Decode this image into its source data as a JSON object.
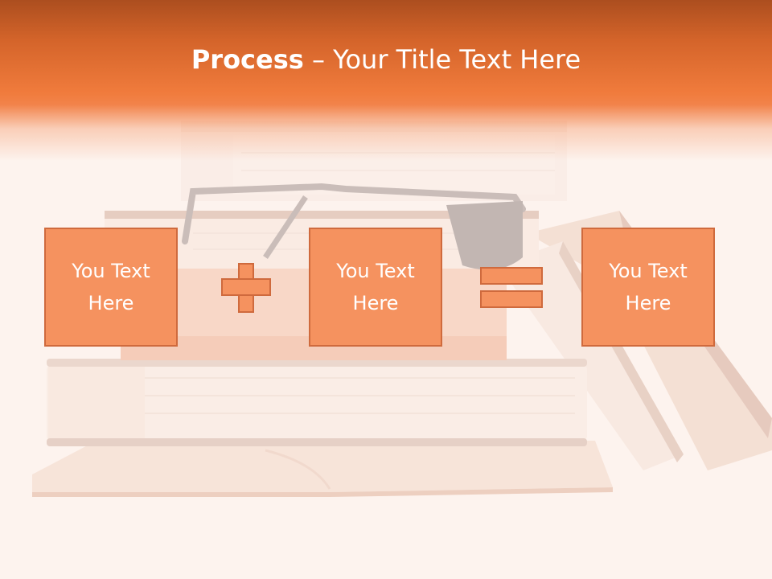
{
  "slide": {
    "title_bold": "Process",
    "title_rest": " – Your Title Text Here"
  },
  "boxes": [
    {
      "text": "You Text Here"
    },
    {
      "text": "You Text Here"
    },
    {
      "text": "You Text Here"
    }
  ],
  "operators": [
    "plus",
    "equals"
  ],
  "colors": {
    "header": "#f07b3c",
    "box_fill": "#f5925f",
    "box_border": "#cf6a3d"
  },
  "background_image": "stack-of-books-with-glasses"
}
